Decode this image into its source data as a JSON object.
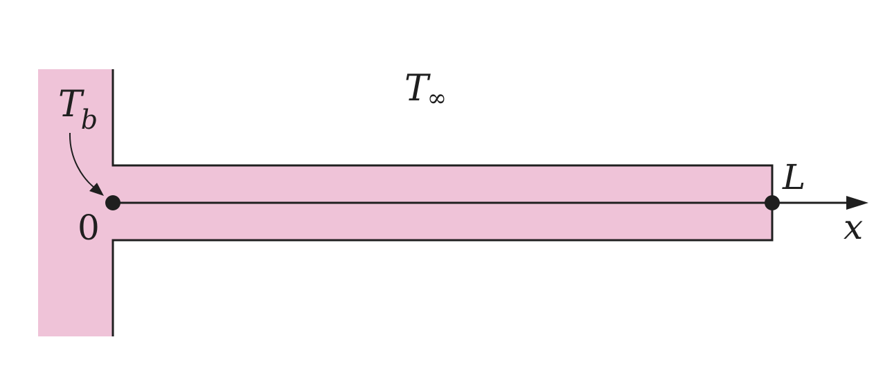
{
  "labels": {
    "base_temp_main": "T",
    "base_temp_sub": "b",
    "ambient_temp_main": "T",
    "ambient_temp_sub": "∞",
    "origin": "0",
    "fin_length": "L",
    "axis": "x"
  },
  "colors": {
    "fill": "#efc3d8",
    "stroke": "#1f1f1f",
    "background": "#ffffff"
  }
}
